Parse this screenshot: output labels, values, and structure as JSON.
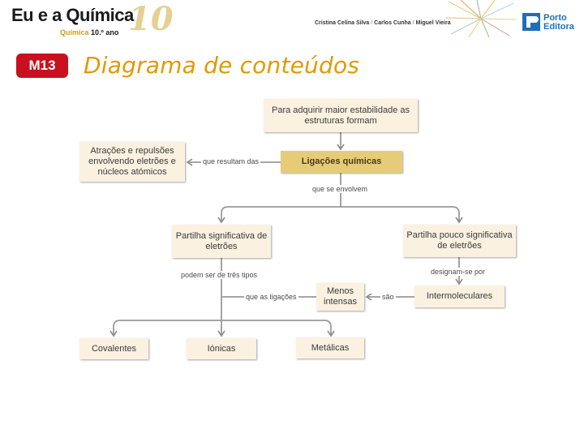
{
  "header": {
    "book_title": "Eu e a Química",
    "subtitle_subject": "Química",
    "subtitle_grade": "10.º ano",
    "big_number": "10",
    "authors": [
      "Cristina Celina Silva",
      "Carlos Cunha",
      "Miguel Vieira"
    ],
    "publisher_line1": "Porto",
    "publisher_line2": "Editora"
  },
  "page": {
    "badge": "M13",
    "title": "Diagrama de conteúdos"
  },
  "diagram": {
    "nodes": {
      "top": "Para adquirir maior estabilidade as estruturas formam",
      "center": "Ligações químicas",
      "left": "Atrações e repulsões envolvendo eletrões e núcleos atómicos",
      "sig": "Partilha significativa de eletrões",
      "poucosig": "Partilha pouco significativa de eletrões",
      "menos": "Menos intensas",
      "inter": "Intermoleculares",
      "cov": "Covalentes",
      "ion": "Iónicas",
      "met": "Metálicas"
    },
    "labels": {
      "resultam": "que resultam das",
      "envolvem": "que se envolvem",
      "tres": "podem ser de três tipos",
      "designam": "designam-se por",
      "ligacoes": "que as ligações",
      "sao": "são"
    }
  }
}
